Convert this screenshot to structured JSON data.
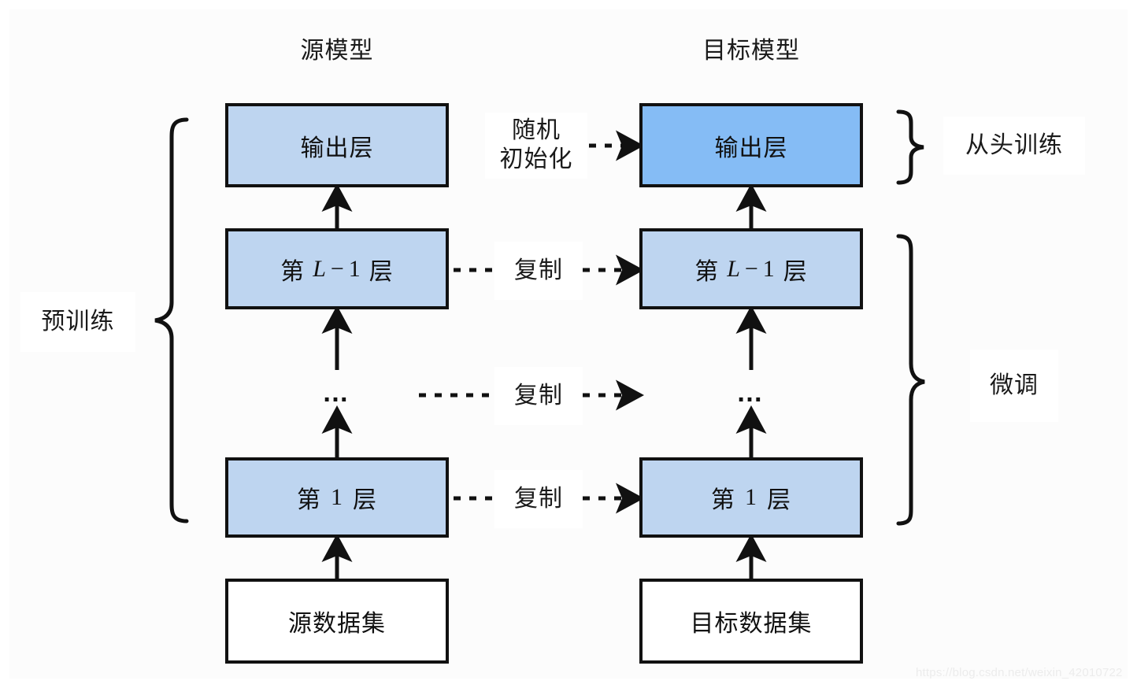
{
  "diagram": {
    "title_left": "源模型",
    "title_right": "目标模型",
    "source_column": {
      "output_layer": "输出层",
      "layer_L_minus_1": {
        "prefix": "第",
        "var": "L",
        "op": "−",
        "num": "1",
        "suffix": "层"
      },
      "ellipsis": "…",
      "layer_1": {
        "prefix": "第",
        "num": "1",
        "suffix": "层"
      },
      "dataset": "源数据集"
    },
    "target_column": {
      "output_layer": "输出层",
      "layer_L_minus_1": {
        "prefix": "第",
        "var": "L",
        "op": "−",
        "num": "1",
        "suffix": "层"
      },
      "ellipsis": "…",
      "layer_1": {
        "prefix": "第",
        "num": "1",
        "suffix": "层"
      },
      "dataset": "目标数据集"
    },
    "transfer_labels": {
      "random_init_line1": "随机",
      "random_init_line2": "初始化",
      "copy_top": "复制",
      "copy_middle": "复制",
      "copy_bottom": "复制"
    },
    "brace_labels": {
      "left": "预训练",
      "right_top": "从头训练",
      "right_bottom": "微调"
    },
    "watermark": "https://blog.csdn.net/weixin_42010722",
    "colors": {
      "box_light_blue": "#bed5f0",
      "box_dark_blue": "#85bcf5",
      "box_white": "#ffffff",
      "stroke": "#111111",
      "canvas": "#fcfcfc",
      "text": "#1a1a1a",
      "watermark": "#ececec"
    }
  }
}
